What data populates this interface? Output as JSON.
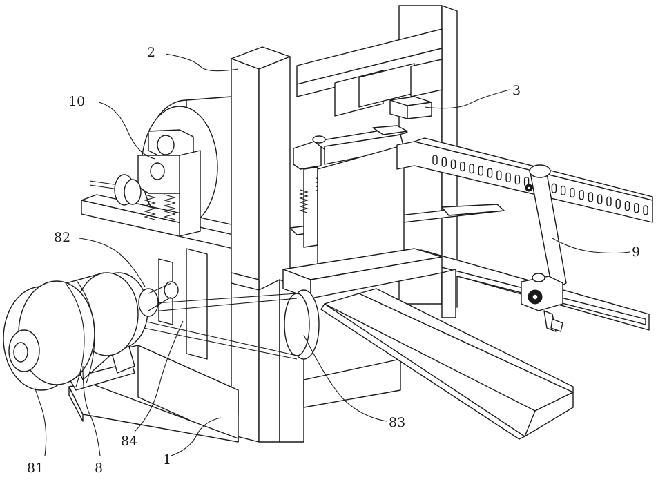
{
  "labels": {
    "l1": "1",
    "l2": "2",
    "l3": "3",
    "l8": "8",
    "l9": "9",
    "l10": "10",
    "l81": "81",
    "l82": "82",
    "l83": "83",
    "l84": "84"
  },
  "colors": {
    "line": "#1a1a1a",
    "fill": "#ffffff"
  }
}
